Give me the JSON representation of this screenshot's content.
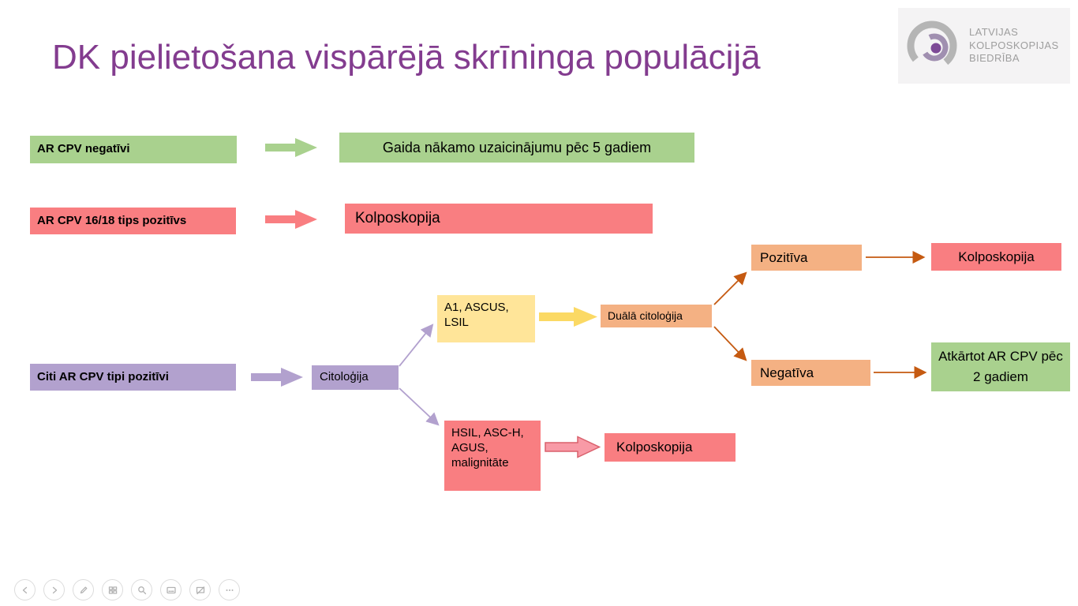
{
  "slide": {
    "title": "DK pielietošana vispārējā skrīninga populācijā"
  },
  "logo": {
    "line1": "LATVIJAS",
    "line2": "KOLPOSKOPIJAS",
    "line3": "BIEDRĪBA"
  },
  "flow": {
    "negative": {
      "label": "AR CPV negatīvi",
      "outcome": "Gaida nākamo uzaicinājumu pēc 5 gadiem"
    },
    "hpv1618": {
      "label": "AR CPV 16/18 tips pozitīvs",
      "outcome": "Kolposkopija"
    },
    "other": {
      "label": "Citi AR CPV tipi pozitīvi",
      "cytology": "Citoloģija",
      "low_grade": "A1, ASCUS, LSIL",
      "dual_cytology": "Duālā citoloģija",
      "positive": "Pozitīva",
      "positive_outcome": "Kolposkopija",
      "negative": "Negatīva",
      "negative_outcome": "Atkārtot AR CPV pēc 2 gadiem",
      "high_grade": "HSIL, ASC-H, AGUS, malignitāte",
      "high_grade_outcome": "Kolposkopija"
    }
  },
  "colors": {
    "title": "#833c8f",
    "green": "#a9d18e",
    "red": "#f97e81",
    "purple": "#b2a1ce",
    "yellow": "#ffe599",
    "yellow_arrow": "#fbd964",
    "orange": "#f4b183",
    "connector": "#c55a11",
    "pink_arrow": "#f89aa6",
    "pink_arrow_stroke": "#d9606c",
    "logo_gray": "#b5b5b5",
    "logo_inner": "#a08fb0",
    "logo_purple": "#7d4a96"
  },
  "toolbar": {
    "icons": [
      "previous-slide",
      "next-slide",
      "pen",
      "see-all-slides",
      "zoom",
      "subtitles",
      "black-screen",
      "more-options"
    ]
  }
}
